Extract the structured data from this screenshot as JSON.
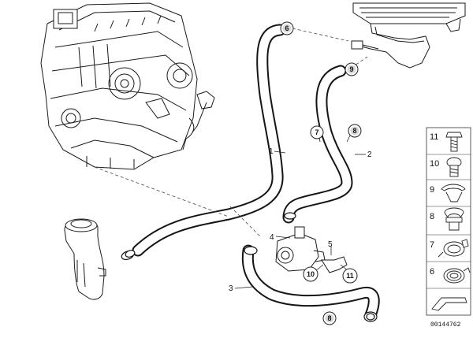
{
  "diagram": {
    "document_number": "00144762",
    "callouts": [
      {
        "id": "1",
        "label": "1"
      },
      {
        "id": "2",
        "label": "2"
      },
      {
        "id": "3",
        "label": "3"
      },
      {
        "id": "4",
        "label": "4"
      },
      {
        "id": "5",
        "label": "5"
      }
    ],
    "bubbles": [
      {
        "id": "b6a",
        "label": "6"
      },
      {
        "id": "b9",
        "label": "9"
      },
      {
        "id": "b7",
        "label": "7"
      },
      {
        "id": "b8a",
        "label": "8"
      },
      {
        "id": "b10",
        "label": "10"
      },
      {
        "id": "b11",
        "label": "11"
      },
      {
        "id": "b8b",
        "label": "8"
      }
    ],
    "legend": [
      {
        "label": "11",
        "icon": "bolt-icon"
      },
      {
        "label": "10",
        "icon": "screw-icon"
      },
      {
        "label": "9",
        "icon": "clip-icon"
      },
      {
        "label": "8",
        "icon": "bracket-clamp-icon"
      },
      {
        "label": "7",
        "icon": "hose-clamp-icon"
      },
      {
        "label": "6",
        "icon": "spring-clamp-icon"
      }
    ]
  }
}
